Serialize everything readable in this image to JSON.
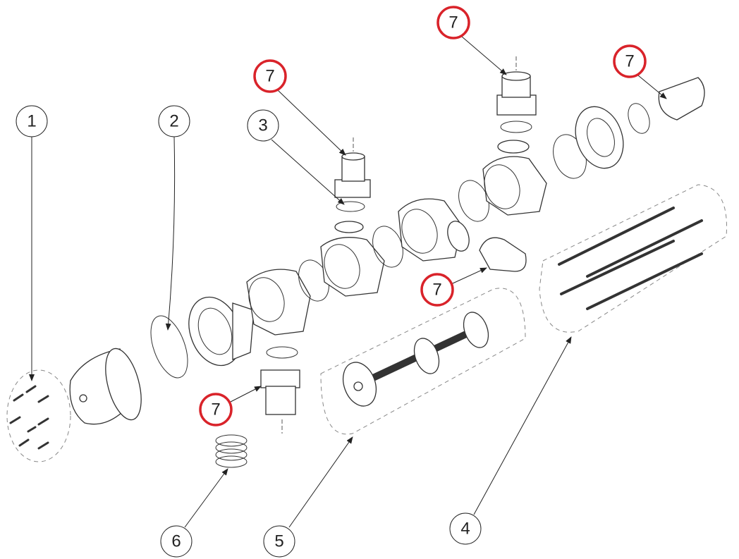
{
  "diagram": {
    "callouts": {
      "c1": "1",
      "c2": "2",
      "c3": "3",
      "c4": "4",
      "c5": "5",
      "c6": "6",
      "c7a": "7",
      "c7b": "7",
      "c7c": "7",
      "c7d": "7",
      "c7e": "7"
    },
    "colors": {
      "highlight": "#d9232a",
      "line": "#222222"
    }
  }
}
